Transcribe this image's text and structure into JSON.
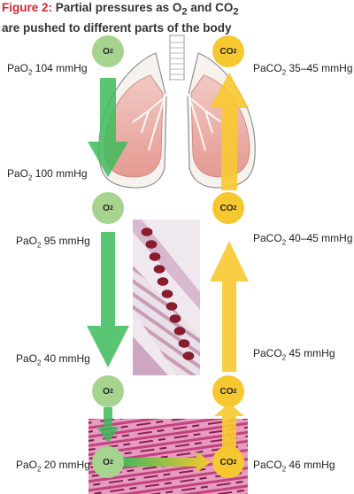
{
  "title": {
    "figure_label": "Figure 2:",
    "line1_text": "Partial pressures as O",
    "line1_sub1": "2",
    "line1_mid": " and CO",
    "line1_sub2": "2",
    "line2": "are pushed to different parts of the body"
  },
  "molecules": {
    "o2": {
      "main": "O",
      "sub": "2"
    },
    "co2": {
      "main": "CO",
      "sub": "2"
    }
  },
  "o2_labels": [
    {
      "pre": "PaO",
      "sub": "2",
      "post": " 104 mmHg"
    },
    {
      "pre": "PaO",
      "sub": "2",
      "post": " 100 mmHg"
    },
    {
      "pre": "PaO",
      "sub": "2",
      "post": " 95 mmHg"
    },
    {
      "pre": "PaO",
      "sub": "2",
      "post": " 40 mmHg"
    },
    {
      "pre": "PaO",
      "sub": "2",
      "post": " 20 mmHg"
    }
  ],
  "co2_labels": [
    {
      "pre": "PaCO",
      "sub": "2",
      "post": " 35–45 mmHg"
    },
    {
      "pre": "PaCO",
      "sub": "2",
      "post": " 40–45 mmHg"
    },
    {
      "pre": "PaCO",
      "sub": "2",
      "post": " 45 mmHg"
    },
    {
      "pre": "PaCO",
      "sub": "2",
      "post": " 46 mmHg"
    }
  ],
  "colors": {
    "o2_circle": "#a6d48f",
    "co2_circle": "#f6c830",
    "o2_arrow": "#3dbb5a",
    "co2_arrow": "#f8c930",
    "title_accent": "#d8262d"
  }
}
